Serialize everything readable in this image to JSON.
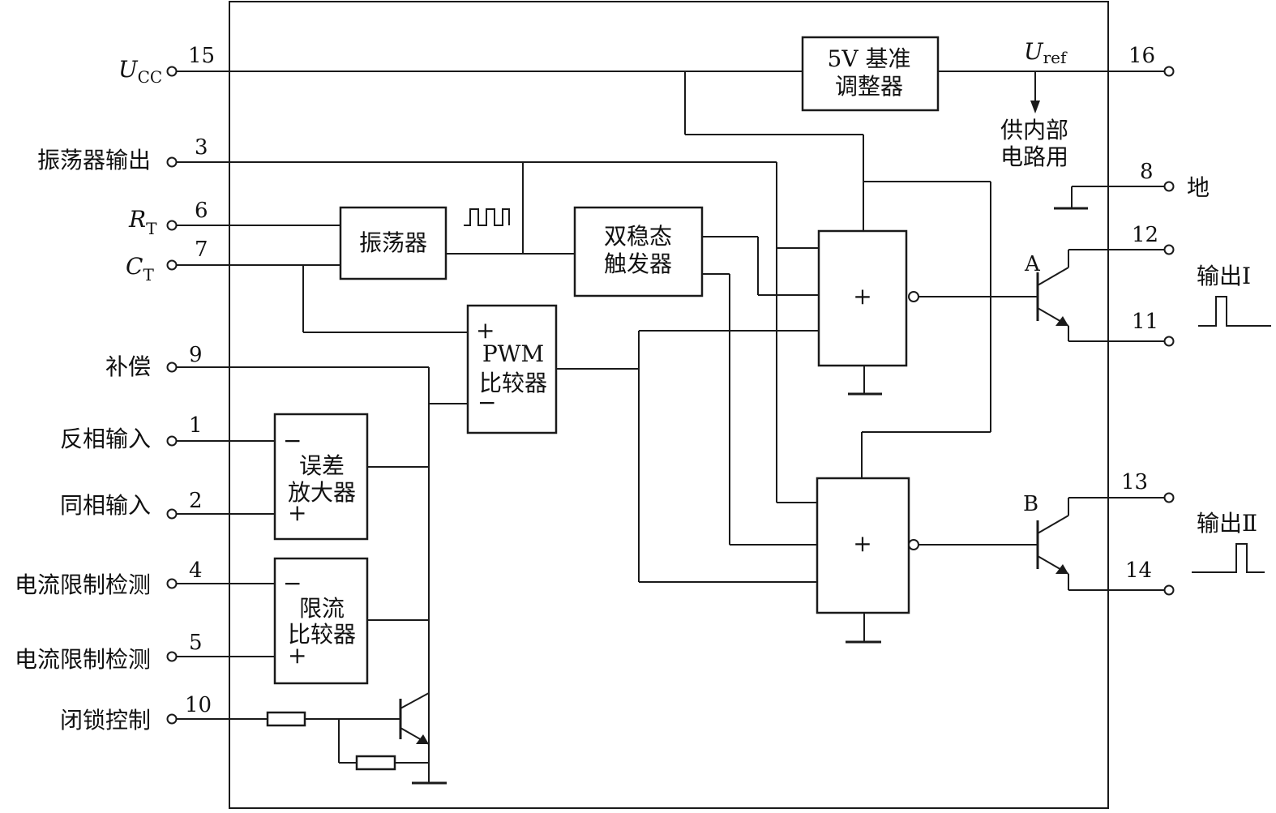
{
  "pins": {
    "ucc": {
      "main": "U",
      "sub": "CC",
      "num": "15"
    },
    "osc_out": {
      "label": "振荡器输出",
      "num": "3"
    },
    "rt": {
      "main": "R",
      "sub": "T",
      "num": "6"
    },
    "ct": {
      "main": "C",
      "sub": "T",
      "num": "7"
    },
    "comp": {
      "label": "补偿",
      "num": "9"
    },
    "inv_in": {
      "label": "反相输入",
      "num": "1"
    },
    "noninv_in": {
      "label": "同相输入",
      "num": "2"
    },
    "cl_sense1": {
      "label": "电流限制检测",
      "num": "4"
    },
    "cl_sense2": {
      "label": "电流限制检测",
      "num": "5"
    },
    "shutdown": {
      "label": "闭锁控制",
      "num": "10"
    },
    "vref": {
      "main": "U",
      "sub": "ref",
      "num": "16"
    },
    "gnd": {
      "label": "地",
      "num": "8"
    },
    "out_a_c": {
      "num": "12"
    },
    "out_a_e": {
      "num": "11"
    },
    "out_b_c": {
      "num": "13"
    },
    "out_b_e": {
      "num": "14"
    }
  },
  "blocks": {
    "ref": {
      "line1": "5V 基准",
      "line2": "调整器"
    },
    "internal": {
      "line1": "供内部",
      "line2": "电路用"
    },
    "osc": {
      "label": "振荡器"
    },
    "flipflop": {
      "line1": "双稳态",
      "line2": "触发器"
    },
    "pwm": {
      "line1": "PWM",
      "line2": "比较器",
      "plus": "+",
      "minus": "−"
    },
    "erramp": {
      "line1": "误差",
      "line2": "放大器",
      "plus": "+",
      "minus": "−"
    },
    "clamp": {
      "line1": "限流",
      "line2": "比较器",
      "plus": "+",
      "minus": "−"
    },
    "gate_a": {
      "plus": "+"
    },
    "gate_b": {
      "plus": "+"
    }
  },
  "outputs": {
    "a": {
      "tr": "A",
      "label": "输出Ⅰ"
    },
    "b": {
      "tr": "B",
      "label": "输出Ⅱ"
    }
  }
}
